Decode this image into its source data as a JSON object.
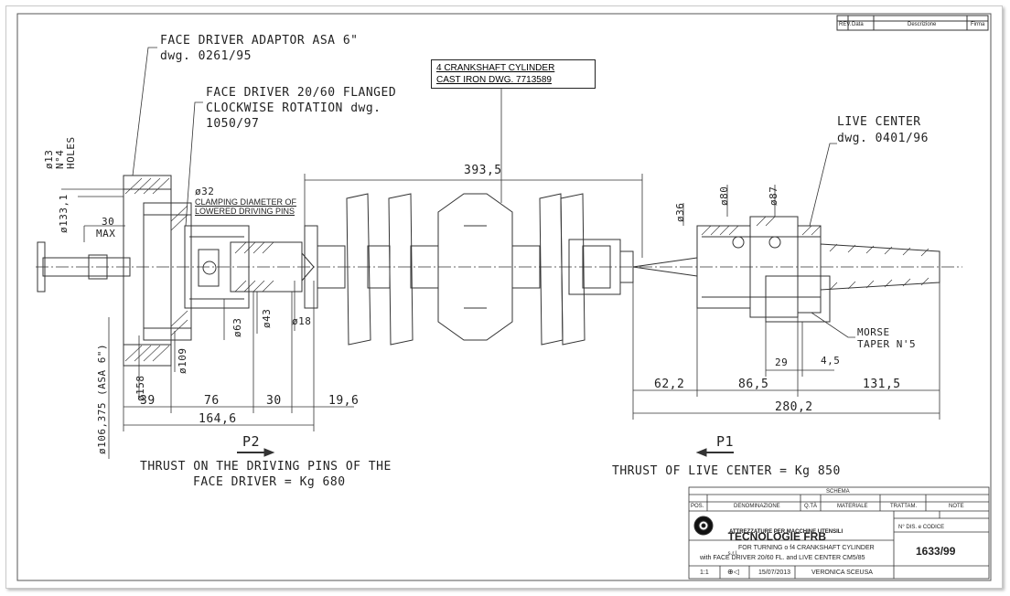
{
  "labels": {
    "face_driver_adaptor": "FACE DRIVER ADAPTOR ASA 6\"",
    "face_driver_adaptor_dwg": "dwg. 0261/95",
    "face_driver_flanged_1": "FACE DRIVER 20/60 FLANGED",
    "face_driver_flanged_2": "CLOCKWISE ROTATION dwg.",
    "face_driver_flanged_3": "1050/97",
    "crankshaft_1": "4 CRANKSHAFT CYLINDER",
    "crankshaft_2": "CAST IRON DWG. 7713589",
    "live_center": "LIVE CENTER",
    "live_center_dwg": "dwg. 0401/96",
    "morse_1": "MORSE",
    "morse_2": "TAPER N'5",
    "holes_1": "ø13",
    "holes_2": "N°4",
    "holes_3": "HOLES",
    "clamp_dia": "ø32",
    "clamp_1": "CLAMPING DIAMETER OF",
    "clamp_2": "LOWERED DRIVING PINS",
    "max_30": "30",
    "max": "MAX"
  },
  "dimensions": {
    "d_133": "ø133,1",
    "d_106": "ø106,375 (ASA 6\")",
    "d_158": "ø158",
    "d_109": "ø109",
    "d_63": "ø63",
    "d_43": "ø43",
    "d_18": "ø18",
    "d_36": "ø36",
    "d_80": "ø80",
    "d_87": "ø87",
    "len_3935": "393,5",
    "len_39": "39",
    "len_76": "76",
    "len_30": "30",
    "len_196": "19,6",
    "len_1646": "164,6",
    "len_622": "62,2",
    "len_865": "86,5",
    "len_1315": "131,5",
    "len_2802": "280,2",
    "len_29": "29",
    "len_45": "4,5"
  },
  "thrust": {
    "p2": "P2",
    "p2_text_1": "THRUST ON THE DRIVING PINS OF THE",
    "p2_text_2": "FACE DRIVER = Kg 680",
    "p1": "P1",
    "p1_text": "THRUST OF LIVE CENTER = Kg 850"
  },
  "title_block": {
    "schema": "SCHEMA",
    "pos": "POS.",
    "denominazione": "DENOMINAZIONE",
    "qta": "Q.TÀ",
    "materiale": "MATERIALE",
    "trattam": "TRATTAM.",
    "note": "NOTE",
    "company": "TECNOLOGIE FRB",
    "company_suffix": "s.r.l.",
    "company_sub": "ATTREZZATURE PER MACCHINE UTENSILI",
    "desc_1": "FOR TURNING o f4 CRANKSHAFT CYLINDER",
    "desc_2": "with FACE DRIVER 20/60 FL. and LIVE CENTER CM5/85",
    "ndis_label": "N° DIS. e CODICE",
    "drawing_no": "1633/99",
    "scale": "1:1",
    "date": "15/07/2013",
    "author": "VERONICA SCEUSA"
  },
  "revision_block": {
    "rev": "REV.",
    "data": "Data",
    "descrizione": "Descrizione",
    "firma": "Firma"
  }
}
